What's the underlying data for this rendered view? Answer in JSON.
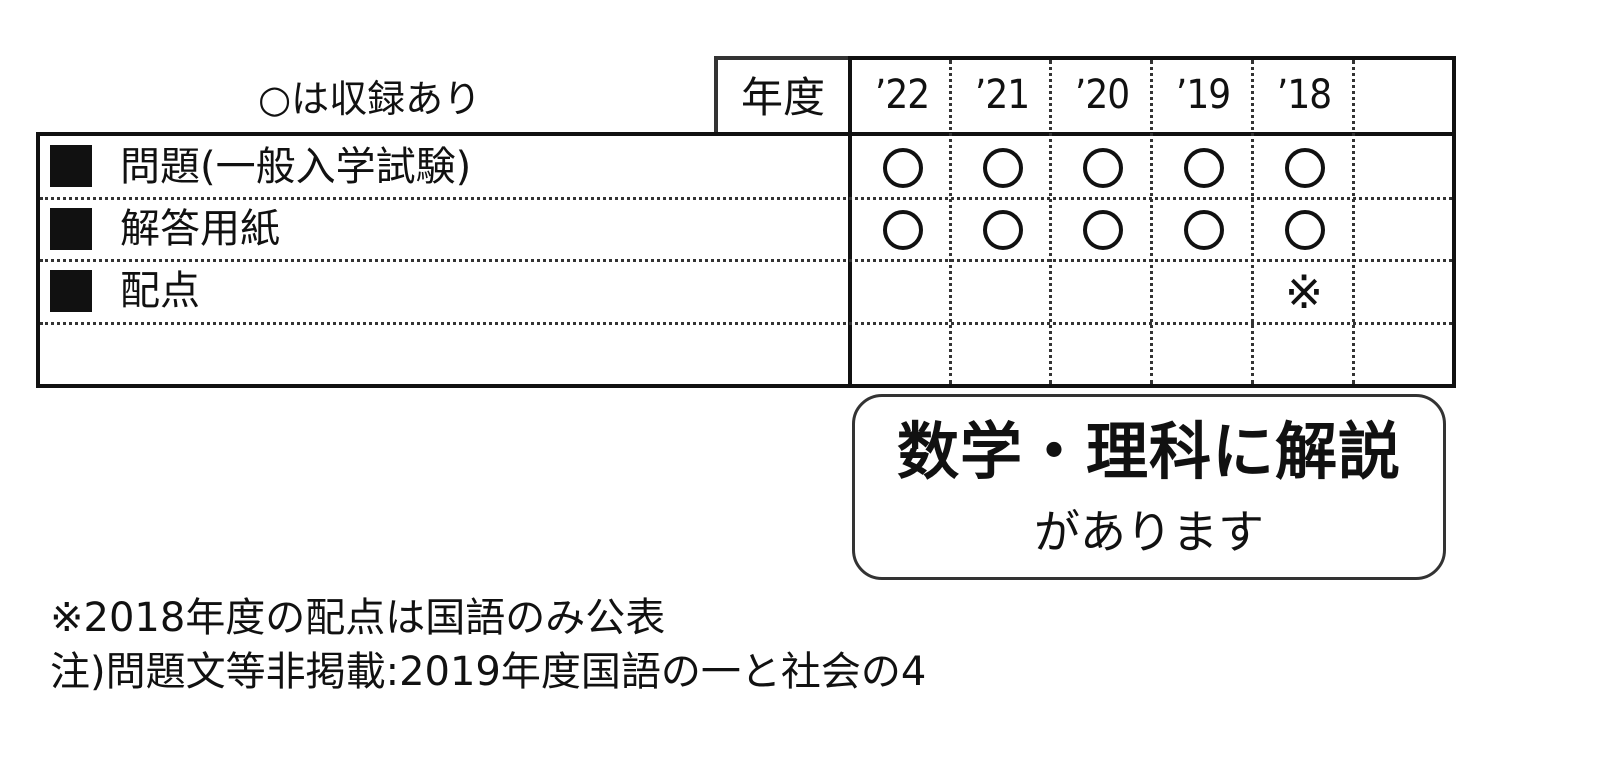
{
  "legend": "○は収録あり",
  "header": {
    "year_label": "年度",
    "years": [
      "’22",
      "’21",
      "’20",
      "’19",
      "’18"
    ]
  },
  "rows": [
    {
      "label": "問題(一般入学試験)",
      "marks": [
        "○",
        "○",
        "○",
        "○",
        "○"
      ]
    },
    {
      "label": "解答用紙",
      "marks": [
        "○",
        "○",
        "○",
        "○",
        "○"
      ]
    },
    {
      "label": "配点",
      "marks": [
        "",
        "",
        "",
        "",
        "※"
      ]
    }
  ],
  "note_box": {
    "line1": "数学・理科に解説",
    "line2": "があります"
  },
  "footnotes": [
    "※2018年度の配点は国語のみ公表",
    "注)問題文等非掲載:2019年度国語の一と社会の4"
  ]
}
